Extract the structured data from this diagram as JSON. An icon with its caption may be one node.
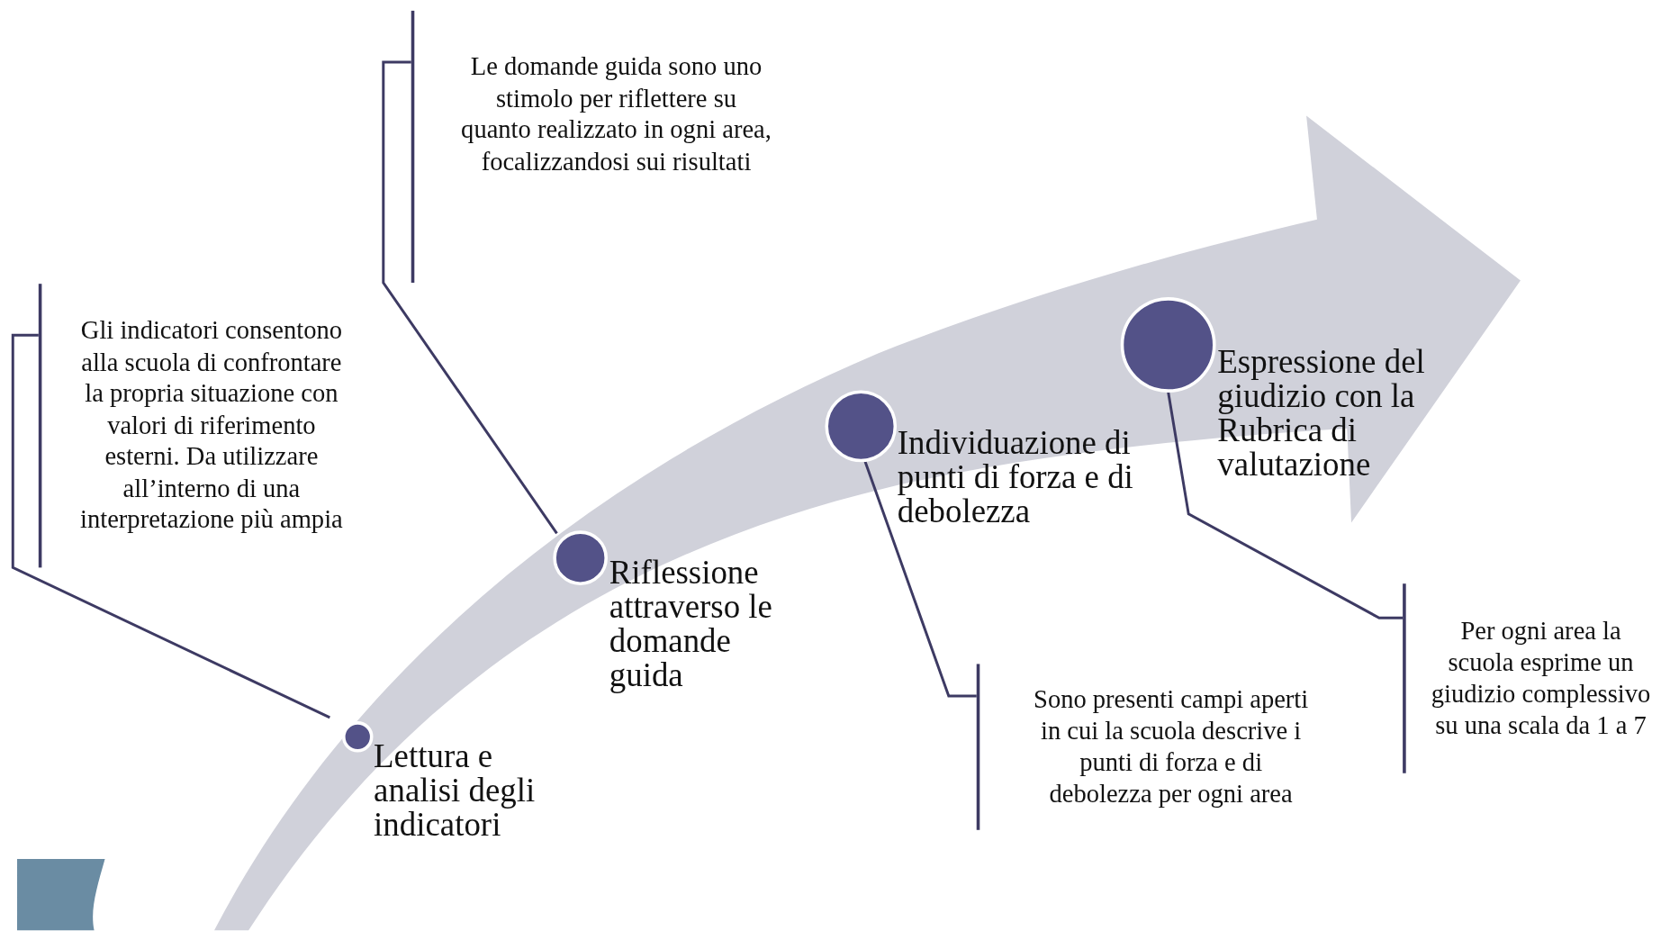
{
  "diagram": {
    "nodes": [
      {
        "text": [
          "Lettura e analisi degli indicatori"
        ]
      },
      {
        "text": [
          "Riflessione attraverso le domande guida"
        ]
      },
      {
        "text": [
          "Individuazione di punti di forza e di debolezza"
        ]
      },
      {
        "text": [
          "Espressione del giudizio con la Rubrica di valutazione"
        ]
      },
      {
        "text": [
          "Gli indicatori consentono alla scuola di confrontare la propria situazione con valori di riferimento esterni. Da utilizzare all’interno di una interpretazione più ampia"
        ]
      },
      {
        "text": [
          "Le domande guida sono uno stimolo per riflettere su quanto realizzato in ogni area, focalizzandosi sui risultati"
        ]
      },
      {
        "text": [
          "Sono presenti  campi aperti in cui la scuola descrive i punti di forza e di debolezza per ogni area"
        ]
      },
      {
        "text": [
          "Per ogni area la scuola esprime un giudizio complessivo su una scala  da 1 a 7"
        ]
      }
    ],
    "edges": [
      {
        "from": 4,
        "to": 0,
        "arrow": "none"
      },
      {
        "from": 5,
        "to": 1,
        "arrow": "none"
      },
      {
        "from": 6,
        "to": 2,
        "arrow": "none"
      },
      {
        "from": 7,
        "to": 3,
        "arrow": "none"
      }
    ]
  }
}
